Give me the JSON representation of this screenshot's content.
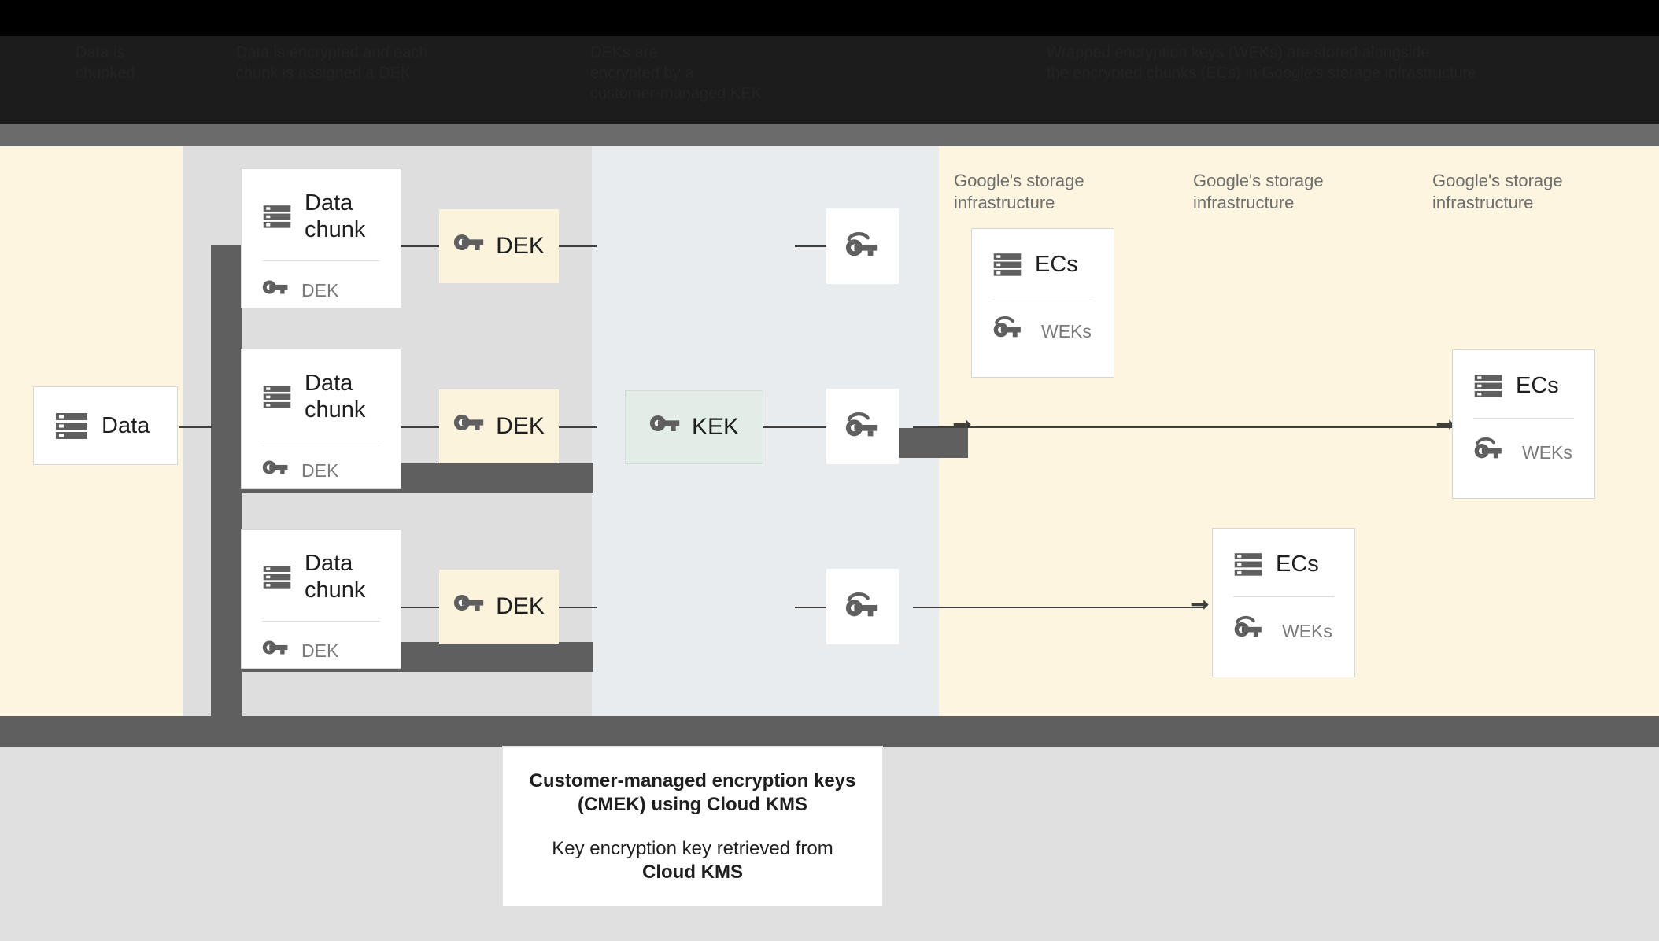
{
  "legend": {
    "col1": "Data is\nchunked",
    "col2": "Data is encrypted and each\nchunk is assigned a DEK",
    "col3": "DEKs are\nencrypted by a\ncustomer-managed KEK",
    "col4": "Wrapped encryption keys (WEKs) are stored alongside\nthe encrypted chunks (ECs) in Google's storage infrastructure"
  },
  "nodes": {
    "data": {
      "title": "Data",
      "icon": "database-icon"
    },
    "chunks": [
      {
        "title": "Data chunk",
        "sub": "DEK",
        "icon": "database-icon",
        "sub_icon": "key-icon"
      },
      {
        "title": "Data chunk",
        "sub": "DEK",
        "icon": "database-icon",
        "sub_icon": "key-icon"
      },
      {
        "title": "Data chunk",
        "sub": "DEK",
        "icon": "database-icon",
        "sub_icon": "key-icon"
      }
    ],
    "deks": [
      {
        "label": "DEK",
        "icon": "key-icon"
      },
      {
        "label": "DEK",
        "icon": "key-icon"
      },
      {
        "label": "DEK",
        "icon": "key-icon"
      }
    ],
    "kek": {
      "label": "KEK",
      "icon": "key-icon"
    },
    "wrapped_keys": [
      {
        "icon": "wrapped-key-icon"
      },
      {
        "icon": "wrapped-key-icon"
      },
      {
        "icon": "wrapped-key-icon"
      }
    ],
    "storage": [
      {
        "caption": "Google's storage\ninfrastructure",
        "title": "ECs",
        "sub": "WEKs",
        "icon": "database-icon",
        "sub_icon": "wrapped-key-icon"
      },
      {
        "caption": "Google's storage\ninfrastructure",
        "title": "ECs",
        "sub": "WEKs",
        "icon": "database-icon",
        "sub_icon": "wrapped-key-icon"
      },
      {
        "caption": "Google's storage\ninfrastructure",
        "title": "ECs",
        "sub": "WEKs",
        "icon": "database-icon",
        "sub_icon": "wrapped-key-icon"
      }
    ]
  },
  "caption": {
    "title": "Customer-managed encryption keys\n(CMEK) using Cloud KMS",
    "body_prefix": "Key encryption key retrieved from",
    "body_strong": "Cloud KMS"
  },
  "colors": {
    "cream": "#fdf5e0",
    "gray_zone": "#dedede",
    "kms_zone": "#e8ecee",
    "dark_bar": "#5f5f5f",
    "dek_fill": "#fcf3dc",
    "kek_fill": "#e1ede6",
    "icon": "#5f5f5f",
    "text": "#1f1f1f",
    "muted": "#7a7a7a"
  }
}
